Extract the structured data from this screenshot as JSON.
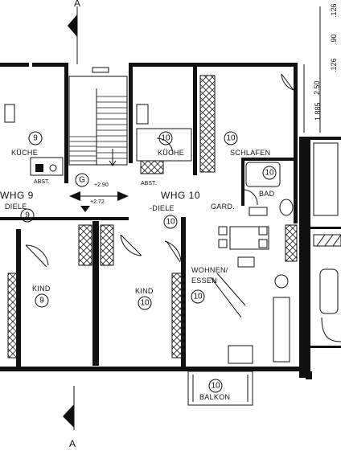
{
  "section_marker": {
    "top": "A",
    "bottom": "A"
  },
  "rooms": {
    "kueche_9": {
      "label": "KÜCHE",
      "unit": "9"
    },
    "kueche_10": {
      "label": "KÜCHE",
      "unit": "10"
    },
    "schlafen_10": {
      "label": "SCHLAFEN",
      "unit": "10"
    },
    "bad_10": {
      "label": "BAD",
      "unit": "10"
    },
    "abst_9": {
      "label": "ABST."
    },
    "abst_10": {
      "label": "ABST."
    },
    "stair": {
      "label": "G"
    },
    "whg_9": {
      "label": "WHG 9"
    },
    "whg_10": {
      "label": "WHG 10"
    },
    "diele_9": {
      "label": "DIELE",
      "unit": "9"
    },
    "diele_10": {
      "label": "-DIELE",
      "unit": "10"
    },
    "gard": {
      "label": "GARD."
    },
    "kind_9": {
      "label": "KIND",
      "unit": "9"
    },
    "kind_10": {
      "label": "KIND",
      "unit": "10"
    },
    "wohnen": {
      "label_1": "WOHNEN/",
      "label_2": "ESSEN",
      "unit": "10"
    },
    "balkon": {
      "label": "BALKON",
      "unit": "10"
    }
  },
  "levels": {
    "upper": "+2.90",
    "lower": "+2.72"
  },
  "dimensions": [
    "2.50",
    "1.885",
    ".126",
    ".90",
    ".126"
  ]
}
